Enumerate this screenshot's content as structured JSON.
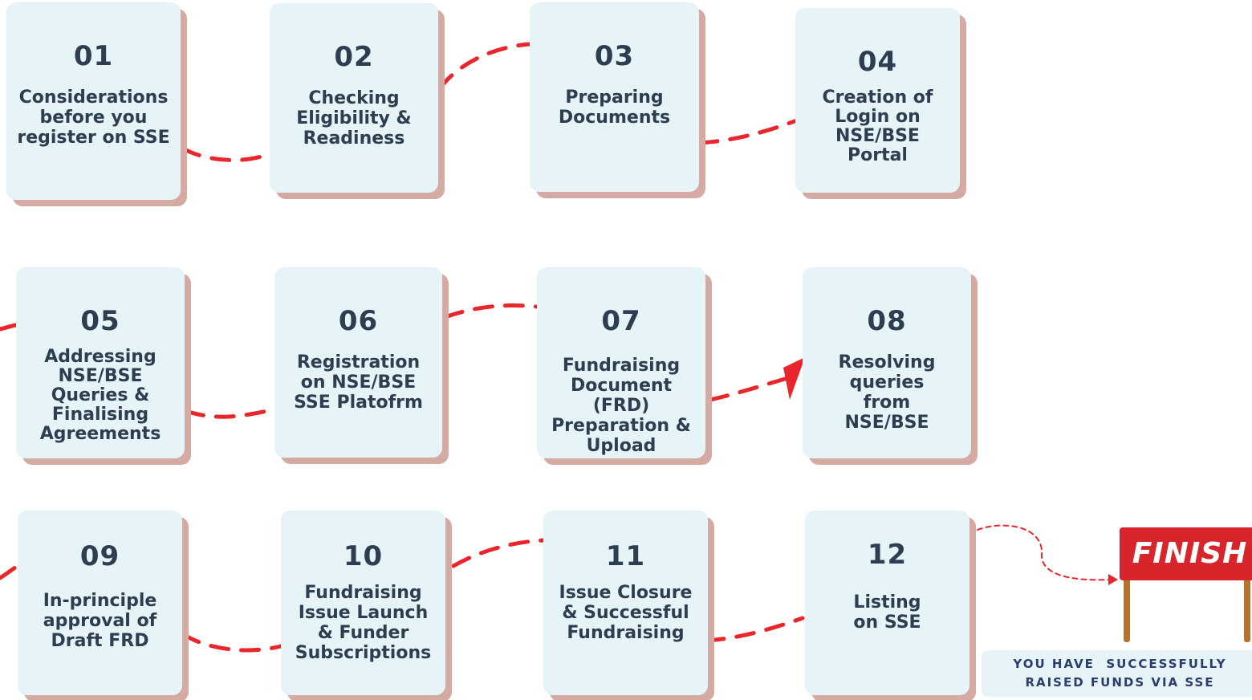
{
  "steps": [
    {
      "number": "01",
      "label": "Considerations\nbefore you\nregister on SSE"
    },
    {
      "number": "02",
      "label": "Checking\nEligibility &\nReadiness"
    },
    {
      "number": "03",
      "label": "Preparing\nDocuments"
    },
    {
      "number": "04",
      "label": "Creation of\nLogin on\nNSE/BSE\nPortal"
    },
    {
      "number": "05",
      "label": "Addressing\nNSE/BSE\nQueries &\nFinalising\nAgreements"
    },
    {
      "number": "06",
      "label": "Registration\non NSE/BSE\nSSE Platofrm"
    },
    {
      "number": "07",
      "label": "Fundraising\nDocument (FRD)\nPreparation &\nUpload"
    },
    {
      "number": "08",
      "label": "Resolving\nqueries\nfrom\nNSE/BSE"
    },
    {
      "number": "09",
      "label": "In-principle\napproval of\nDraft FRD"
    },
    {
      "number": "10",
      "label": "Fundraising\nIssue Launch\n& Funder\nSubscriptions"
    },
    {
      "number": "11",
      "label": "Issue Closure\n& Successful\nFundraising"
    },
    {
      "number": "12",
      "label": "Listing\non SSE"
    }
  ],
  "finish": {
    "flag_text": "FINISH",
    "message_line1": "YOU HAVE  SUCCESSFULLY",
    "message_line2": "RAISED FUNDS VIA SSE"
  },
  "colors": {
    "card_bg": "#e6f4f7",
    "card_shadow": "#d5aaa2",
    "text": "#2c3e50",
    "connector": "#e8262c",
    "flag": "#d8252c",
    "pole": "#b5742e",
    "message_text": "#2a3d6b"
  }
}
